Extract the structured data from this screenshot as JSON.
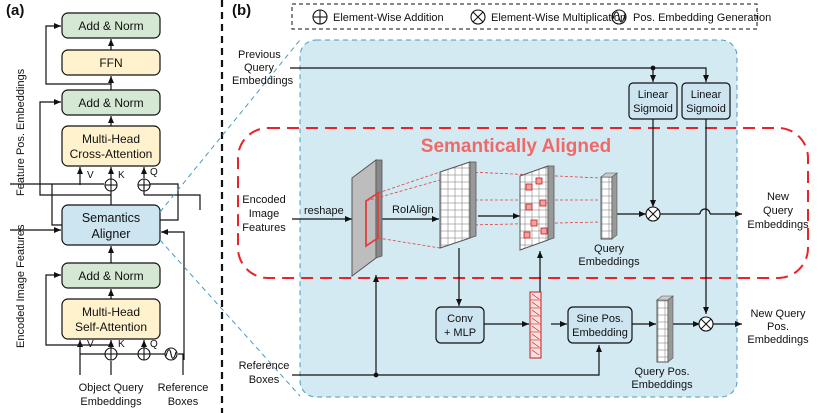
{
  "panel_a": {
    "label": "(a)",
    "blocks": {
      "add_norm_top": "Add & Norm",
      "ffn": "FFN",
      "add_norm_mid": "Add & Norm",
      "cross_attn_1": "Multi-Head",
      "cross_attn_2": "Cross-Attention",
      "aligner_1": "Semantics",
      "aligner_2": "Aligner",
      "add_norm_bot": "Add & Norm",
      "self_attn_1": "Multi-Head",
      "self_attn_2": "Self-Attention"
    },
    "side_labels": {
      "feature_pos": "Feature Pos. Embeddings",
      "encoded_image": "Encoded Image Features"
    },
    "ports": {
      "v1": "V",
      "k1": "K",
      "q1": "Q",
      "v2": "V",
      "k2": "K",
      "q2": "Q"
    },
    "inputs": {
      "object_query_1": "Object Query",
      "object_query_2": "Embeddings",
      "reference_1": "Reference",
      "reference_2": "Boxes"
    }
  },
  "panel_b": {
    "label": "(b)",
    "legend": {
      "addition": "Element-Wise Addition",
      "multiplication": "Element-Wise Multiplication",
      "pos_gen": "Pos. Embedding Generation"
    },
    "title": "Semantically Aligned",
    "labels": {
      "prev_query_1": "Previous",
      "prev_query_2": "Query",
      "prev_query_3": "Embeddings",
      "encoded_1": "Encoded",
      "encoded_2": "Image",
      "encoded_3": "Features",
      "reshape": "reshape",
      "roialign": "RoIAlign",
      "query_emb_1": "Query",
      "query_emb_2": "Embeddings",
      "new_query_1": "New",
      "new_query_2": "Query",
      "new_query_3": "Embeddings",
      "ref_boxes_1": "Reference",
      "ref_boxes_2": "Boxes",
      "query_pos_1": "Query Pos.",
      "query_pos_2": "Embeddings",
      "new_query_pos_1": "New Query",
      "new_query_pos_2": "Pos.",
      "new_query_pos_3": "Embeddings"
    },
    "blocks": {
      "linear1_1": "Linear",
      "linear1_2": "Sigmoid",
      "linear2_1": "Linear",
      "linear2_2": "Sigmoid",
      "conv_1": "Conv",
      "conv_2": "+ MLP",
      "sine_1": "Sine Pos.",
      "sine_2": "Embedding"
    }
  },
  "colors": {
    "green_block": "#d5e8d4",
    "yellow_block": "#fff2cc",
    "blue_block": "#cce5f0",
    "region_bg": "#d4eaf3",
    "red_accent": "#e04040",
    "title_red": "#ee6a6a"
  }
}
